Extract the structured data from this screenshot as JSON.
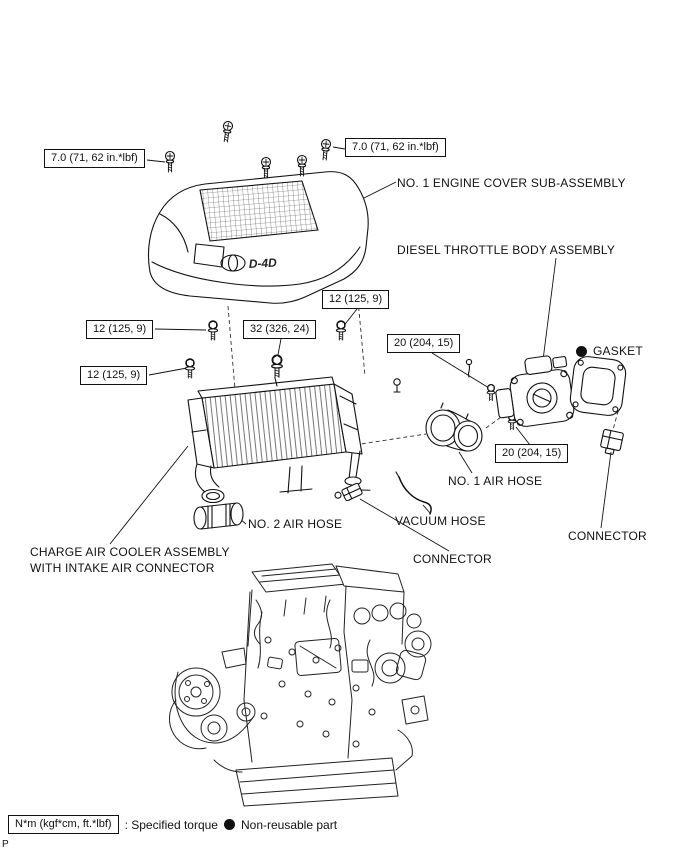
{
  "diagram": {
    "torque_specs": {
      "cover_left": "7.0 (71, 62 in.*lbf)",
      "cover_right": "7.0 (71, 62 in.*lbf)",
      "cooler_upper": "12 (125, 9)",
      "cooler_left": "12 (125, 9)",
      "cooler_lower_left": "12 (125, 9)",
      "cooler_center": "32 (326, 24)",
      "throttle_upper": "20 (204, 15)",
      "throttle_lower": "20 (204, 15)"
    },
    "labels": {
      "engine_cover": "NO. 1 ENGINE COVER SUB-ASSEMBLY",
      "throttle_body": "DIESEL THROTTLE BODY ASSEMBLY",
      "gasket": "GASKET",
      "air_hose_1": "NO. 1 AIR HOSE",
      "air_hose_2": "NO. 2 AIR HOSE",
      "vacuum_hose": "VACUUM HOSE",
      "connector_mid": "CONNECTOR",
      "connector_right": "CONNECTOR",
      "charge_air_cooler_line1": "CHARGE AIR COOLER ASSEMBLY",
      "charge_air_cooler_line2": "WITH INTAKE AIR CONNECTOR"
    },
    "cover_badge": "D-4D"
  },
  "legend": {
    "torque_box": "N*m (kgf*cm, ft.*lbf)",
    "torque_text": ": Specified torque",
    "nonreusable_text": "Non-reusable part"
  },
  "page": {
    "corner_mark": "P"
  }
}
